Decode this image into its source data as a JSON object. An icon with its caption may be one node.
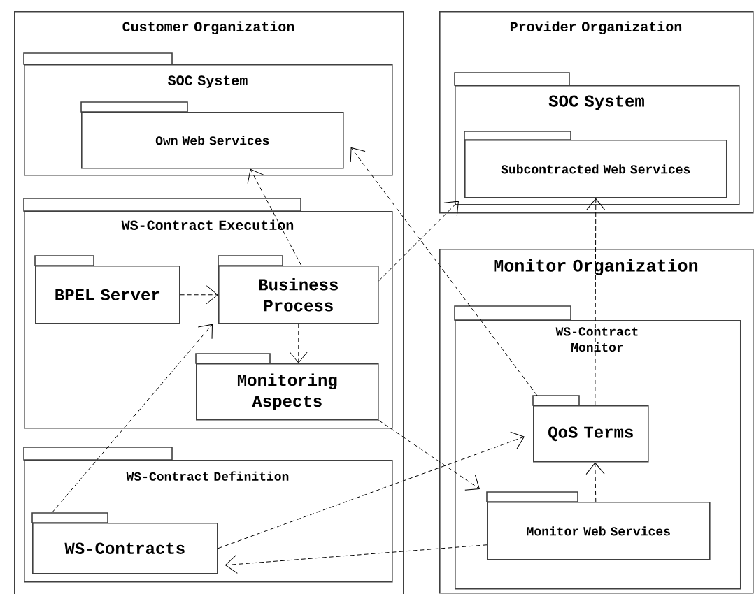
{
  "diagram": {
    "nodes": [
      {
        "text": [
          "Customer Organization"
        ]
      },
      {
        "text": [
          "SOC System"
        ],
        "in": 0
      },
      {
        "text": [
          "Own Web Services"
        ],
        "in": 1
      },
      {
        "text": [
          "WS-Contract Execution"
        ],
        "in": 0
      },
      {
        "text": [
          "BPEL Server"
        ],
        "in": 3
      },
      {
        "text": [
          "Business Process"
        ],
        "in": 3
      },
      {
        "text": [
          "Monitoring Aspects"
        ],
        "in": 3
      },
      {
        "text": [
          "WS-Contract Definition"
        ],
        "in": 0
      },
      {
        "text": [
          "WS-Contracts"
        ],
        "in": 7
      },
      {
        "text": [
          "Provider Organization"
        ]
      },
      {
        "text": [
          "SOC System"
        ],
        "in": 9
      },
      {
        "text": [
          "Subcontracted Web Services"
        ],
        "in": 10
      },
      {
        "text": [
          "Monitor Organization"
        ]
      },
      {
        "text": [
          "WS-Contract Monitor"
        ],
        "in": 12
      },
      {
        "text": [
          "QoS Terms"
        ],
        "in": 13
      },
      {
        "text": [
          "Monitor Web Services"
        ],
        "in": 13
      }
    ],
    "edges": [
      {
        "from": 4,
        "to": 5,
        "arrow": "to"
      },
      {
        "from": 5,
        "to": 2,
        "arrow": "to"
      },
      {
        "from": 14,
        "to": 2,
        "arrow": "to"
      },
      {
        "from": 5,
        "to": 11,
        "arrow": "to"
      },
      {
        "from": 5,
        "to": 6,
        "arrow": "to"
      },
      {
        "from": 8,
        "to": 5,
        "arrow": "to"
      },
      {
        "from": 6,
        "to": 15,
        "arrow": "to"
      },
      {
        "from": 8,
        "to": 14,
        "arrow": "to"
      },
      {
        "from": 15,
        "to": 8,
        "arrow": "to"
      },
      {
        "from": 15,
        "to": 14,
        "arrow": "to"
      },
      {
        "from": 14,
        "to": 11,
        "arrow": "to"
      }
    ]
  }
}
